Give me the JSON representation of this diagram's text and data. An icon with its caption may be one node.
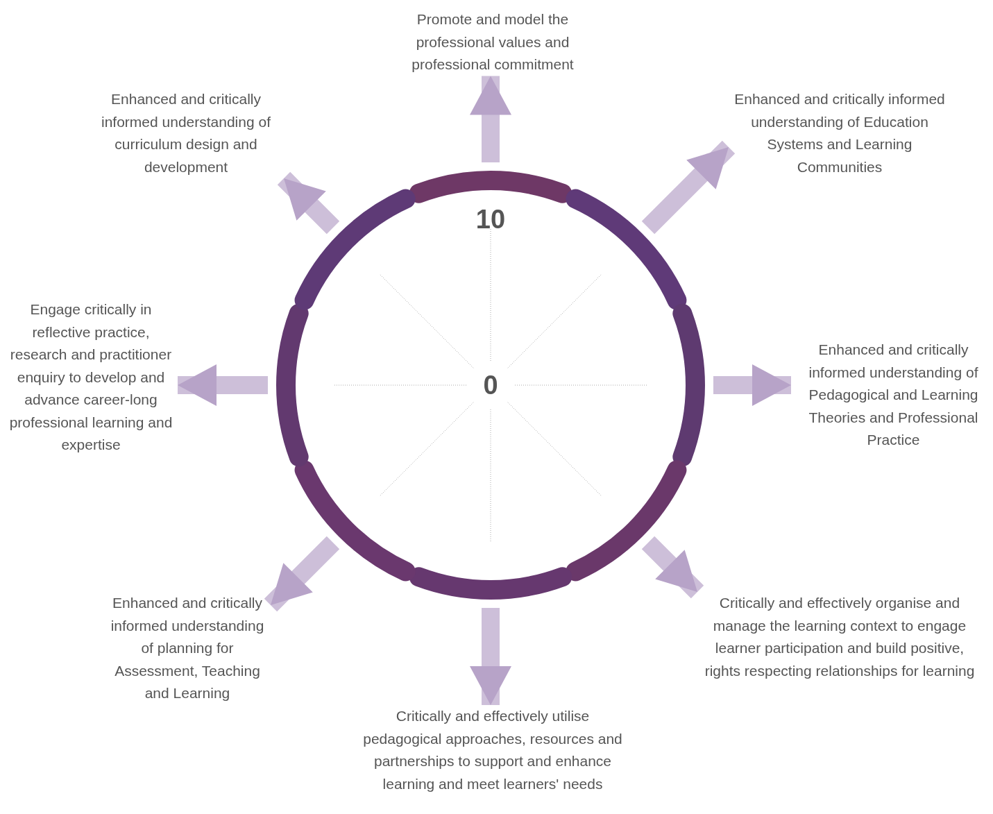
{
  "diagram": {
    "nodes": [
      {
        "text": [
          "10",
          "0"
        ]
      },
      {
        "text": [
          "Promote and model the professional values and professional commitment"
        ]
      },
      {
        "text": [
          "Enhanced and critically informed understanding of curriculum design and development"
        ]
      },
      {
        "text": [
          "Enhanced and critically informed understanding of Education Systems and Learning Communities"
        ]
      },
      {
        "text": [
          "Engage critically in reflective practice, research and practitioner enquiry to develop and advance career-long professional learning and expertise"
        ]
      },
      {
        "text": [
          "Enhanced and critically informed understanding of Pedagogical and Learning Theories and Professional Practice"
        ]
      },
      {
        "text": [
          "Enhanced and critically informed understanding of planning for Assessment, Teaching and Learning"
        ]
      },
      {
        "text": [
          "Critically and effectively organise and manage the learning context to engage learner participation and build positive, rights respecting relationships for learning"
        ]
      },
      {
        "text": [
          "Critically and effectively utilise pedagogical approaches, resources and partnerships to support and enhance learning and meet learners' needs"
        ]
      }
    ],
    "edges": [
      {
        "from": 0,
        "to": 1,
        "arrow": "to"
      },
      {
        "from": 0,
        "to": 2,
        "arrow": "to"
      },
      {
        "from": 0,
        "to": 3,
        "arrow": "to"
      },
      {
        "from": 0,
        "to": 4,
        "arrow": "to"
      },
      {
        "from": 0,
        "to": 5,
        "arrow": "to"
      },
      {
        "from": 0,
        "to": 6,
        "arrow": "to"
      },
      {
        "from": 0,
        "to": 7,
        "arrow": "to"
      },
      {
        "from": 0,
        "to": 8,
        "arrow": "to"
      }
    ]
  }
}
